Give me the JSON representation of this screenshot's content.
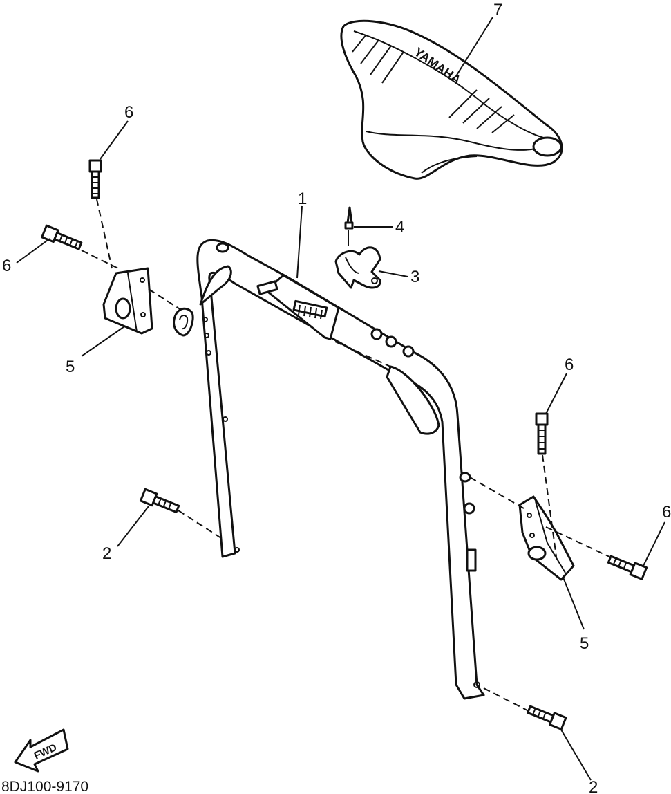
{
  "diagram": {
    "drawing_code": "8DJ100-9170",
    "fwd_label": "FWD",
    "brand_text": "YAMAHA",
    "callouts": [
      {
        "id": "1",
        "part": "handlebar"
      },
      {
        "id": "2",
        "part": "bolt"
      },
      {
        "id": "3",
        "part": "bracket"
      },
      {
        "id": "4",
        "part": "pin"
      },
      {
        "id": "5",
        "part": "clamp-plate"
      },
      {
        "id": "6",
        "part": "bolt"
      },
      {
        "id": "7",
        "part": "grip-pad"
      }
    ]
  }
}
